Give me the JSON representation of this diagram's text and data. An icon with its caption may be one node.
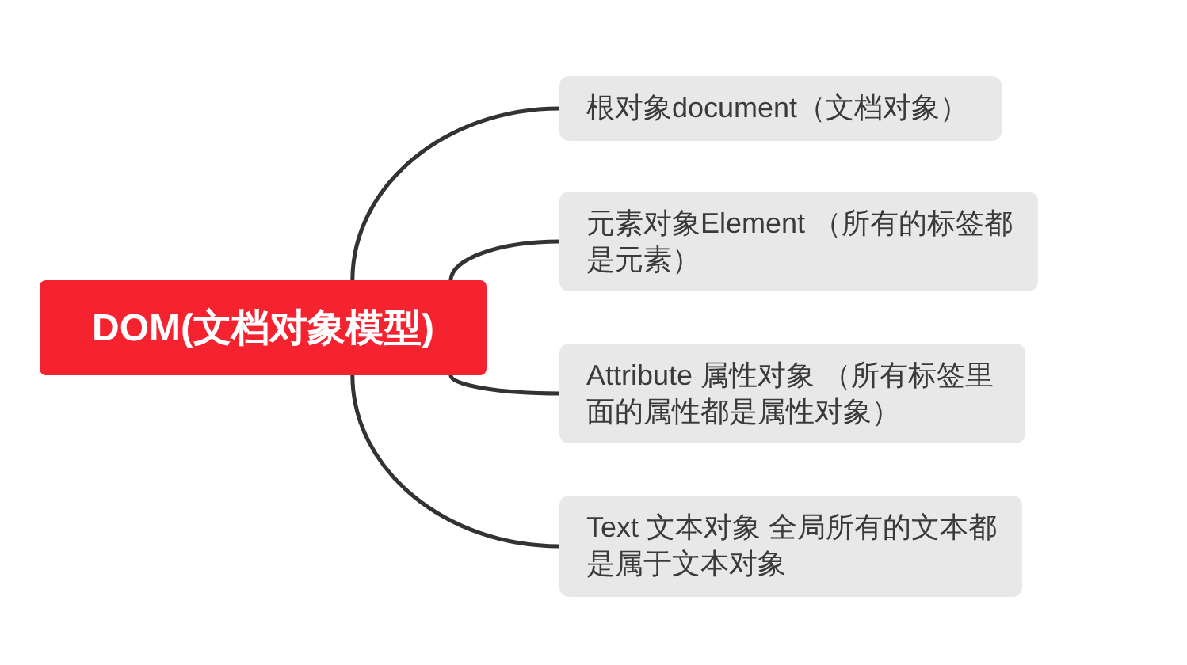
{
  "diagram": {
    "nodes": [
      {
        "text": [
          "DOM(文档对象模型)"
        ]
      },
      {
        "text": [
          "根对象document（文档对象）"
        ]
      },
      {
        "text": [
          "元素对象Element （所有的标签都是元素）"
        ]
      },
      {
        "text": [
          "Attribute 属性对象 （所有标签里面的属性都是属性对象）"
        ]
      },
      {
        "text": [
          "Text 文本对象 全局所有的文本都是属于文本对象"
        ]
      }
    ],
    "edges": [
      {
        "from": 0,
        "to": 1,
        "arrow": "none"
      },
      {
        "from": 0,
        "to": 2,
        "arrow": "none"
      },
      {
        "from": 0,
        "to": 3,
        "arrow": "none"
      },
      {
        "from": 0,
        "to": 4,
        "arrow": "none"
      }
    ]
  }
}
